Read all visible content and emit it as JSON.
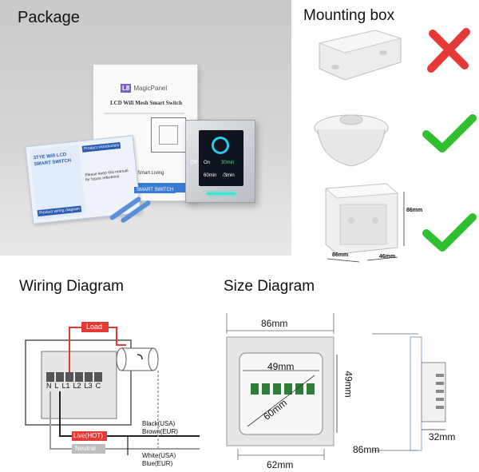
{
  "package": {
    "heading": "Package",
    "manual_logo": "L8",
    "manual_brand": "MagicPanel",
    "manual_title": "LCD Wifi Mesh Smart Switch",
    "switch_labels": [
      "Off",
      "On",
      "30min",
      "60min",
      "/3min"
    ],
    "leaflet_lines": [
      "3TYE Wifi LCD",
      "SMART SWITCH"
    ],
    "leaflet_section_1": "Product introduction",
    "leaflet_section_2": "Product wiring diagram",
    "leaflet_note": "Please keep this manual for future reference",
    "smart_life_label": "Smart Living",
    "smart_switch_label": "SMART SWITCH"
  },
  "mounting": {
    "heading": "Mounting box",
    "boxes": [
      {
        "status": "not-suitable",
        "mark": "cross-icon"
      },
      {
        "status": "suitable",
        "mark": "check-icon"
      },
      {
        "status": "suitable",
        "mark": "check-icon"
      }
    ],
    "dim_width": "86mm",
    "dim_depth": "46mm",
    "dim_height": "86mm",
    "colors": {
      "cross": "#e53935",
      "check": "#2fbf2f"
    }
  },
  "wiring": {
    "heading": "Wiring Diagram",
    "terminals": [
      "N",
      "L",
      "L1",
      "L2",
      "L3",
      "C"
    ],
    "load_label": "Load",
    "live_label": "Live(HOT)",
    "neutral_label": "Neutral",
    "black_label": "Black(USA)",
    "brown_label": "Brown(EUR)",
    "white_label": "White(USA)",
    "blue_label": "Blue(EUR)",
    "colors": {
      "load": "#e53935",
      "live": "#222222",
      "neutral": "#9e9e9e"
    }
  },
  "size": {
    "heading": "Size Diagram",
    "width_top": "86mm",
    "inner_width": "49mm",
    "diagonal": "60mm",
    "inner_height": "49mm",
    "bottom_width": "62mm",
    "side_depth": "32mm",
    "side_height": "86mm"
  }
}
